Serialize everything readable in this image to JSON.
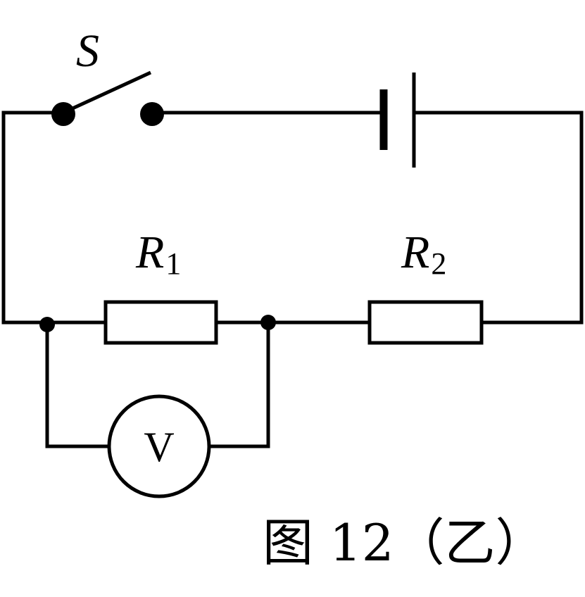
{
  "switch": {
    "label": "S"
  },
  "resistor1": {
    "letter": "R",
    "subscript": "1"
  },
  "resistor2": {
    "letter": "R",
    "subscript": "2"
  },
  "voltmeter": {
    "label": "V"
  },
  "caption": {
    "text": "图 12（乙）"
  }
}
